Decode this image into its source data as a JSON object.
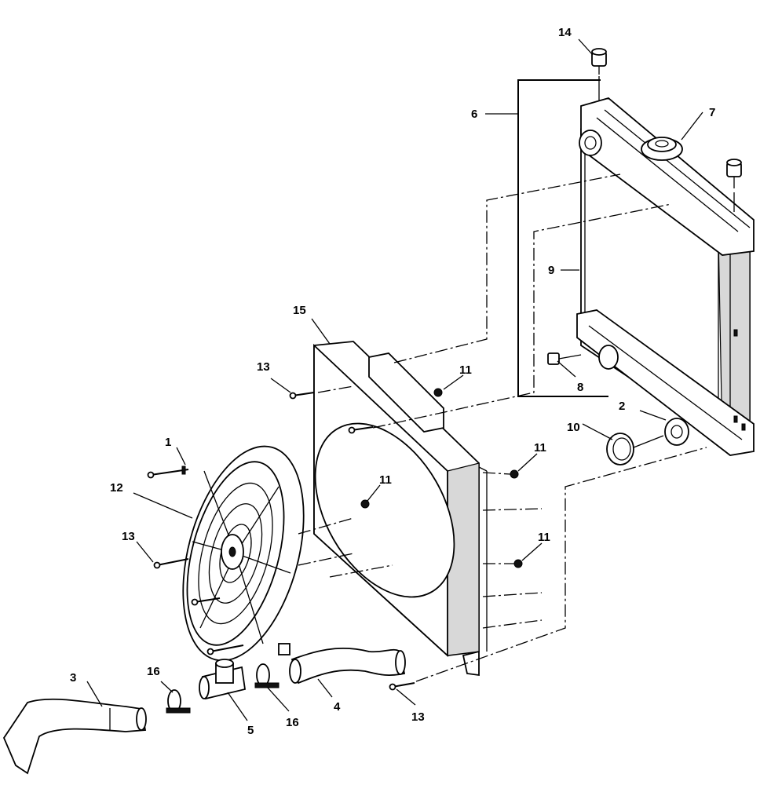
{
  "callouts": {
    "c1": "1",
    "c2": "2",
    "c3": "3",
    "c4": "4",
    "c5": "5",
    "c6": "6",
    "c7": "7",
    "c8": "8",
    "c9": "9",
    "c10": "10",
    "c11a": "11",
    "c11b": "11",
    "c11c": "11",
    "c11d": "11",
    "c12": "12",
    "c13a": "13",
    "c13b": "13",
    "c13c": "13",
    "c14": "14",
    "c15": "15",
    "c16a": "16",
    "c16b": "16"
  }
}
